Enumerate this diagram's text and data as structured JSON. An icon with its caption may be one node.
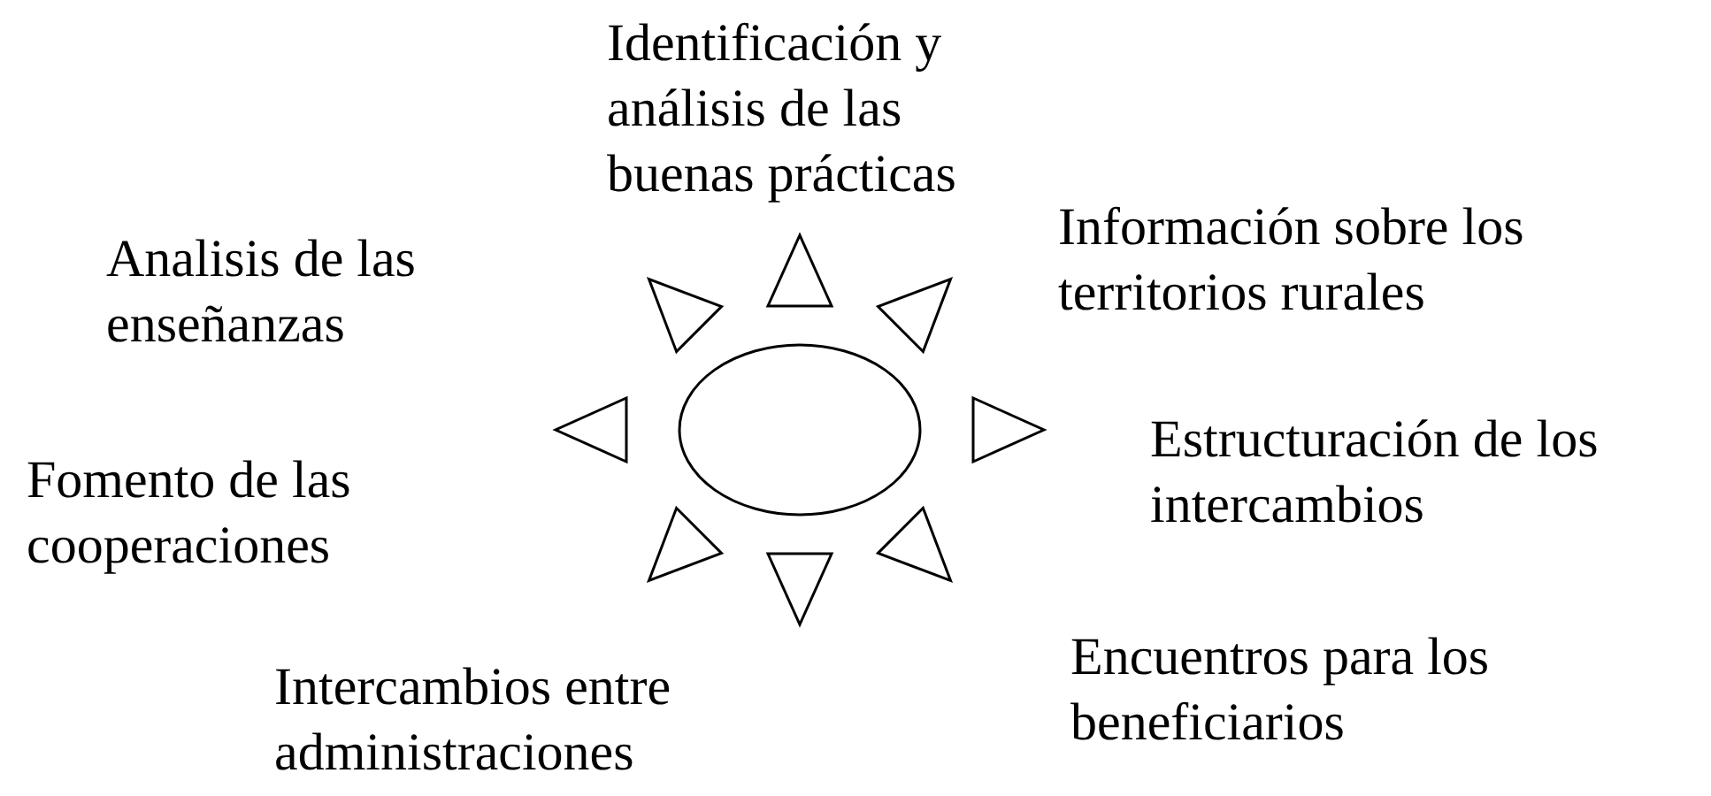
{
  "diagram": {
    "labels": [
      "Identificación y análisis de las buenas prácticas",
      "Información sobre los territorios rurales",
      "Analisis de las enseñanzas",
      "Estructuración de los intercambios",
      "Fomento de las cooperaciones",
      "Encuentros para los beneficiarios",
      "Intercambios entre administraciones"
    ]
  }
}
